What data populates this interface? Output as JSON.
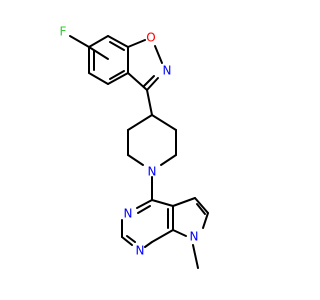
{
  "molecule": {
    "colors": {
      "bond": "#000000",
      "fluorine": "#33cc33",
      "oxygen": "#ff0000",
      "nitrogen": "#0000ff",
      "background": "#ffffff"
    },
    "atom_labels": {
      "fluorine": "F",
      "oxygen": "O",
      "isoxazole_nitrogen": "N",
      "piperidine_nitrogen": "N",
      "pyrimidine_n3": "N",
      "pyrimidine_n1": "N",
      "pyrrole_nitrogen": "N"
    }
  }
}
